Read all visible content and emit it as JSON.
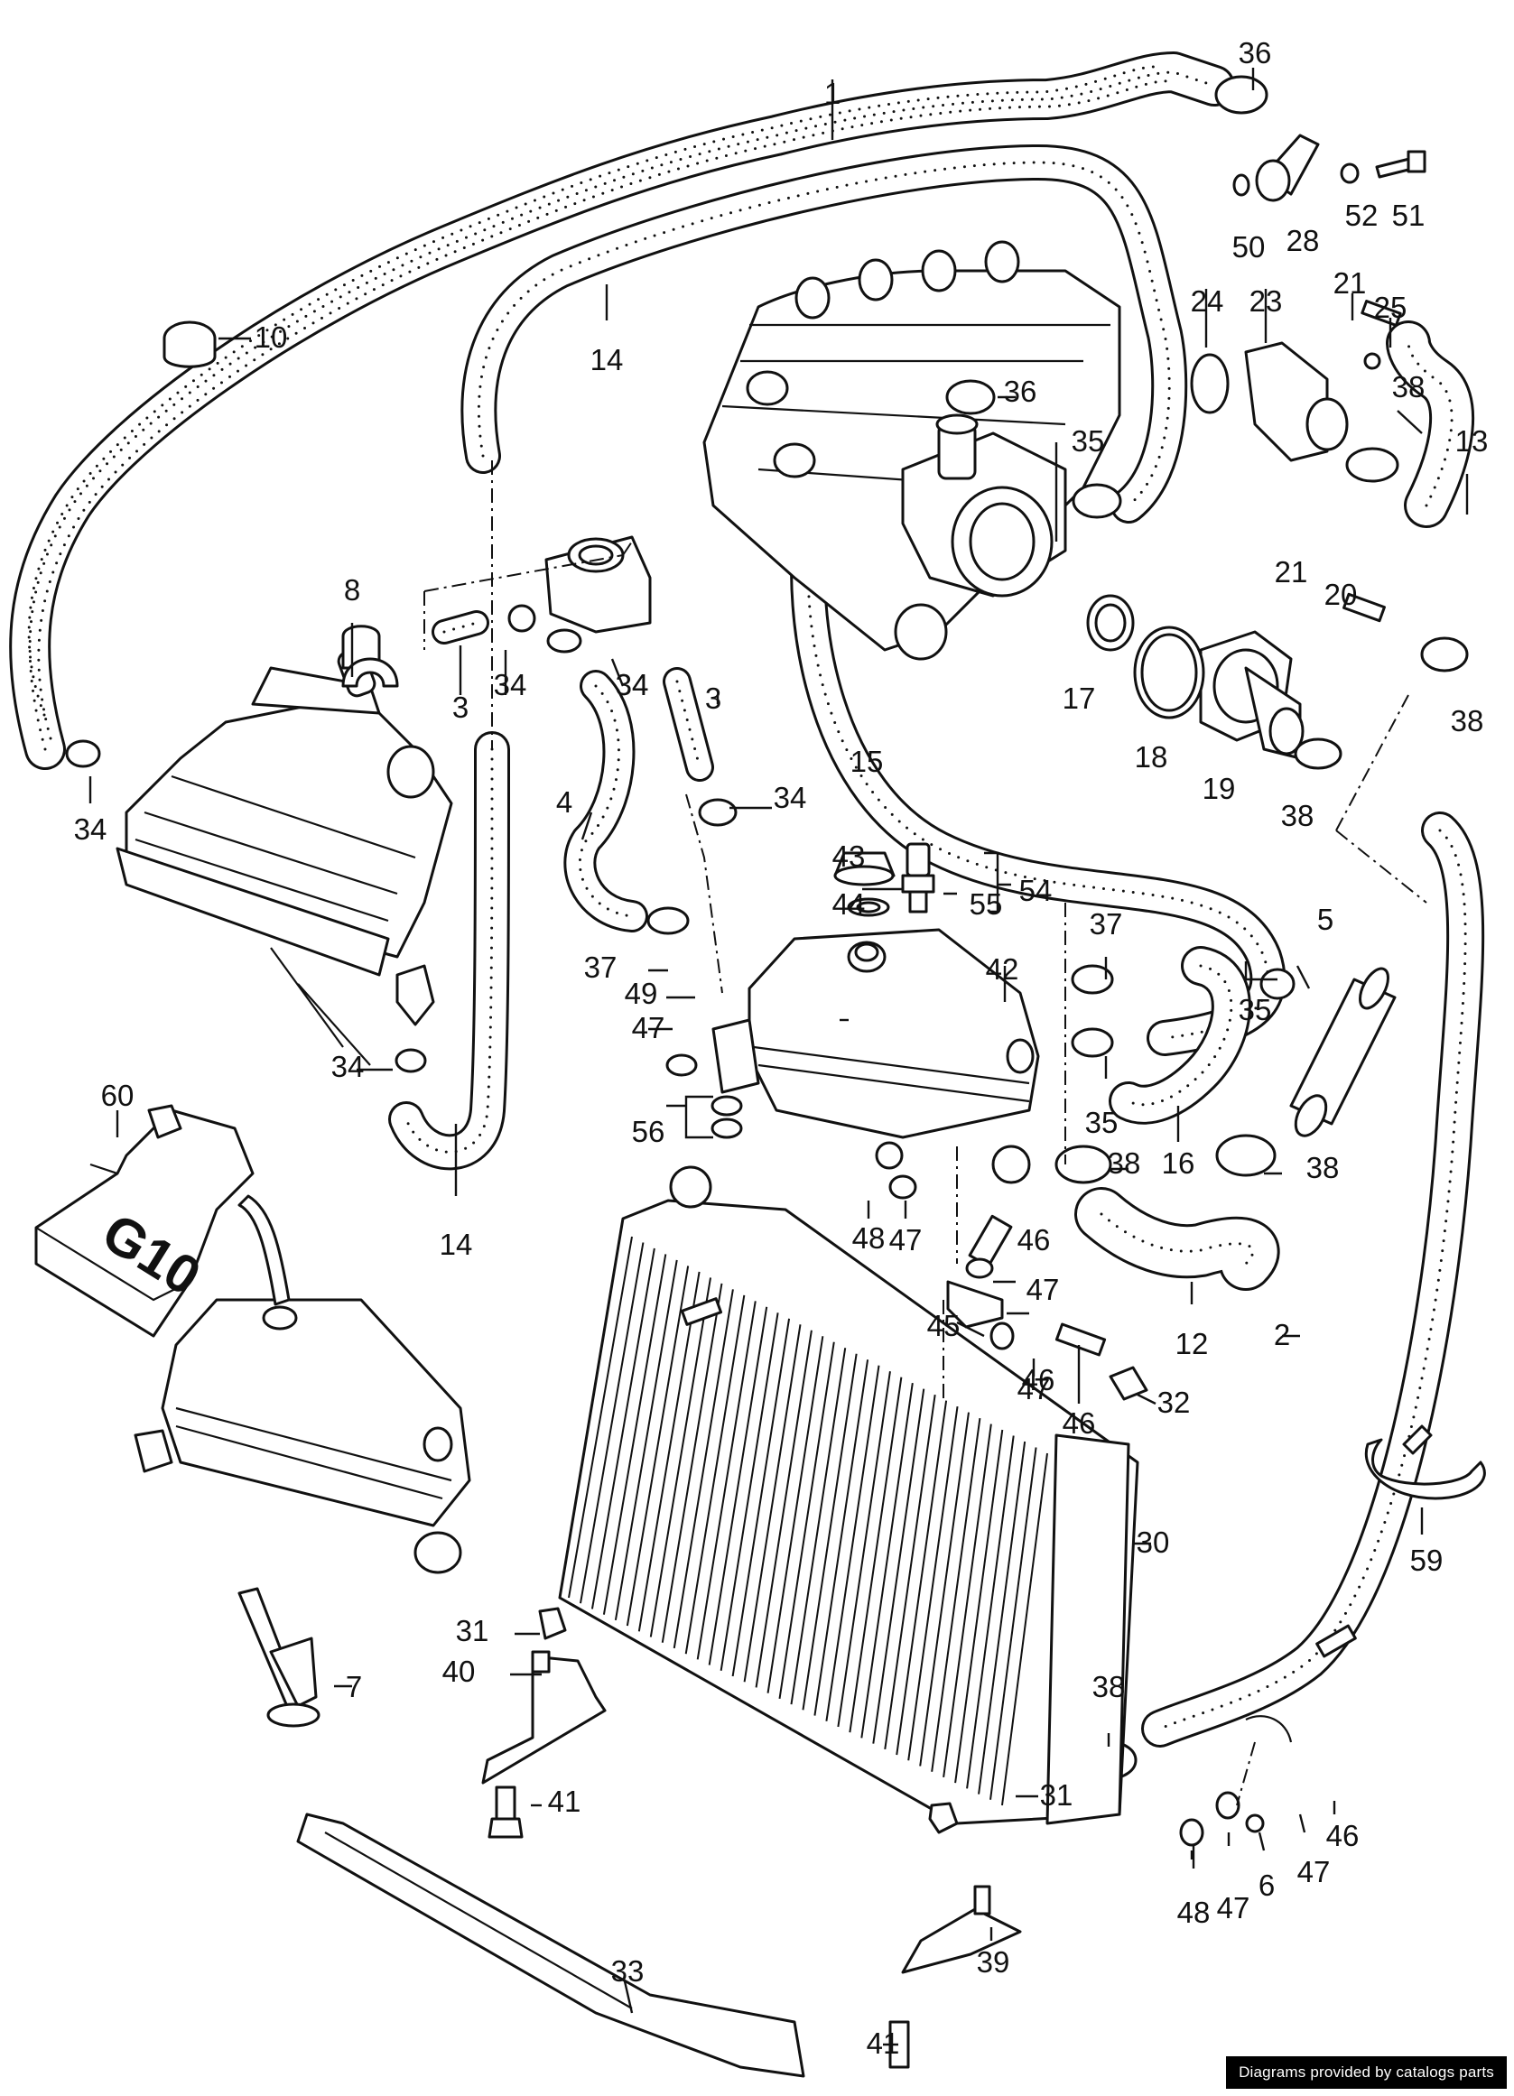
{
  "diagram": {
    "part_numbers": [
      "1",
      "2",
      "3",
      "4",
      "5",
      "6",
      "7",
      "8",
      "10",
      "12",
      "13",
      "14",
      "15",
      "16",
      "17",
      "18",
      "19",
      "20",
      "21",
      "23",
      "24",
      "25",
      "28",
      "30",
      "31",
      "32",
      "33",
      "34",
      "35",
      "36",
      "37",
      "38",
      "39",
      "40",
      "41",
      "42",
      "43",
      "44",
      "45",
      "46",
      "47",
      "48",
      "49",
      "50",
      "51",
      "52",
      "54",
      "55",
      "56",
      "59",
      "60"
    ],
    "coolant_bottle_label": "G10"
  },
  "footer": {
    "credit": "Diagrams provided by catalogs parts"
  },
  "colors": {
    "ink": "#111111",
    "paper": "#ffffff",
    "badge_background": "#000000",
    "badge_text": "#ffffff"
  }
}
